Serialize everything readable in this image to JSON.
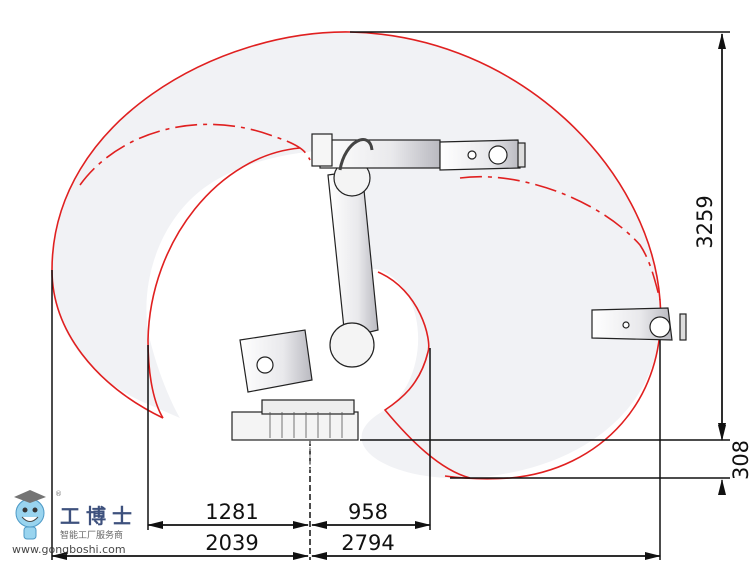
{
  "diagram": {
    "type": "robot-working-range",
    "colors": {
      "envelope_line": "#e02020",
      "envelope_fill": "#f1f2f5",
      "dimension_line": "#111111",
      "robot_line": "#222222",
      "robot_fill": "#f4f4f4"
    },
    "dimensions": {
      "horizontal_inner_left": "1281",
      "horizontal_inner_right": "958",
      "horizontal_outer_left": "2039",
      "horizontal_outer_right": "2794",
      "vertical_main": "3259",
      "vertical_base": "308"
    }
  },
  "watermark": {
    "title": "工博士",
    "subtitle": "智能工厂服务商",
    "url": "www.gongboshi.com",
    "registered_mark": "®"
  }
}
